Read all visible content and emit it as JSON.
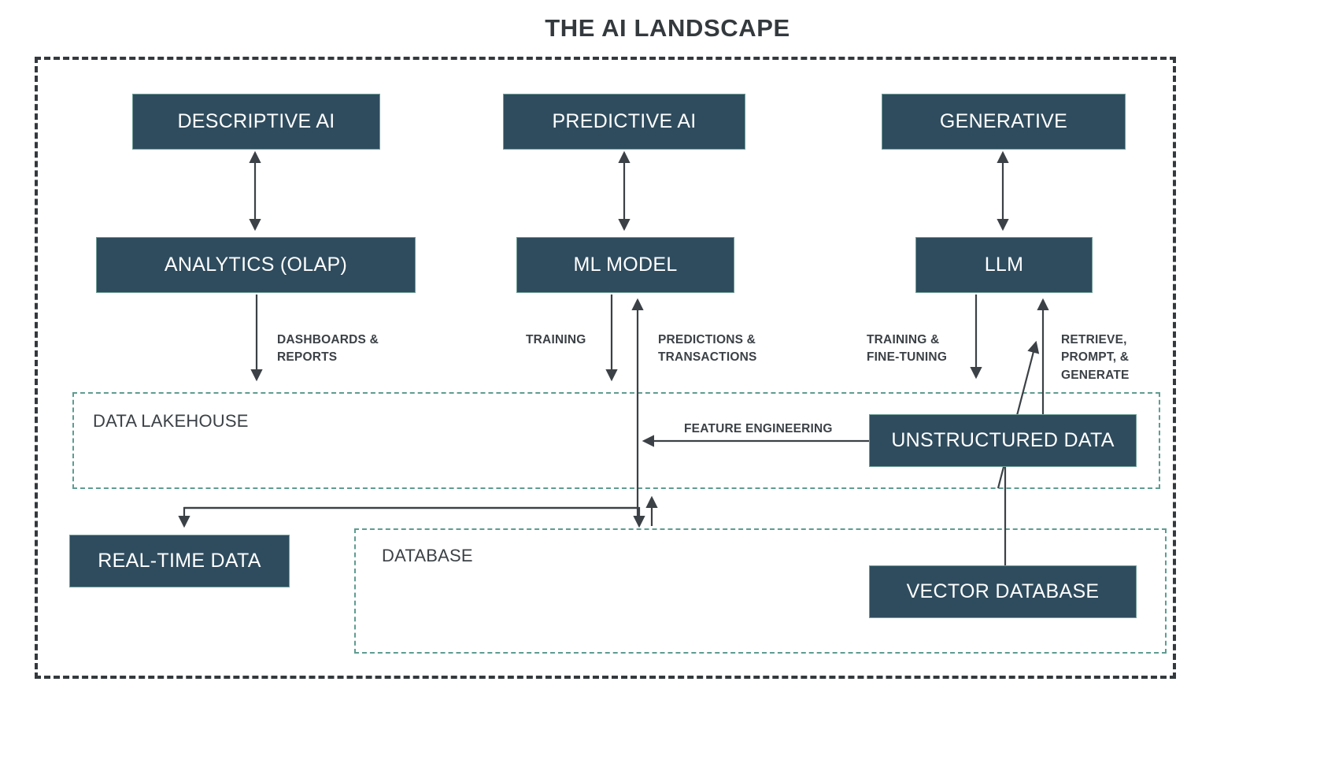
{
  "title": "THE AI LANDSCAPE",
  "colors": {
    "node_fill": "#2f4c5e",
    "node_border": "#6f9e97",
    "node_text": "#ffffff",
    "group_border": "#5f9c91",
    "frame_border": "#33393d",
    "edge_stroke": "#3b4146",
    "text": "#3b4146",
    "background": "#ffffff"
  },
  "nodes": {
    "descriptive_ai": "DESCRIPTIVE AI",
    "predictive_ai": "PREDICTIVE AI",
    "generative": "GENERATIVE",
    "analytics_olap": "ANALYTICS (OLAP)",
    "ml_model": "ML MODEL",
    "llm": "LLM",
    "unstructured_data": "UNSTRUCTURED DATA",
    "real_time_data": "REAL-TIME DATA",
    "vector_database": "VECTOR DATABASE"
  },
  "groups": {
    "data_lakehouse": "DATA LAKEHOUSE",
    "database": "DATABASE"
  },
  "edge_labels": {
    "dashboards_reports": "DASHBOARDS &\nREPORTS",
    "training": "TRAINING",
    "predictions_transactions": "PREDICTIONS &\nTRANSACTIONS",
    "training_fine_tuning": "TRAINING &\nFINE-TUNING",
    "retrieve_prompt_generate": "RETRIEVE,\nPROMPT, &\nGENERATE",
    "feature_engineering": "FEATURE ENGINEERING"
  }
}
